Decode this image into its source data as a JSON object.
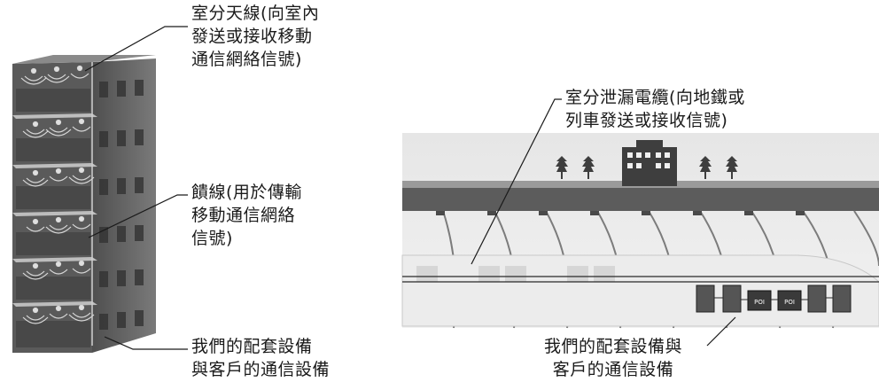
{
  "left_diagram": {
    "label_antenna": "室分天線(向室內\n發送或接收移動\n通信網絡信號)",
    "label_feeder": "饋線(用於傳輸\n移動通信網絡\n信號)",
    "label_equipment": "我們的配套設備\n與客戶的通信設備"
  },
  "right_diagram": {
    "label_cable": "室分泄漏電纜(向地鐵或\n列車發送或接收信號)",
    "label_equipment": "我們的配套設備與\n客戶的通信設備",
    "poi_box_1": "POI",
    "poi_box_2": "POI"
  }
}
